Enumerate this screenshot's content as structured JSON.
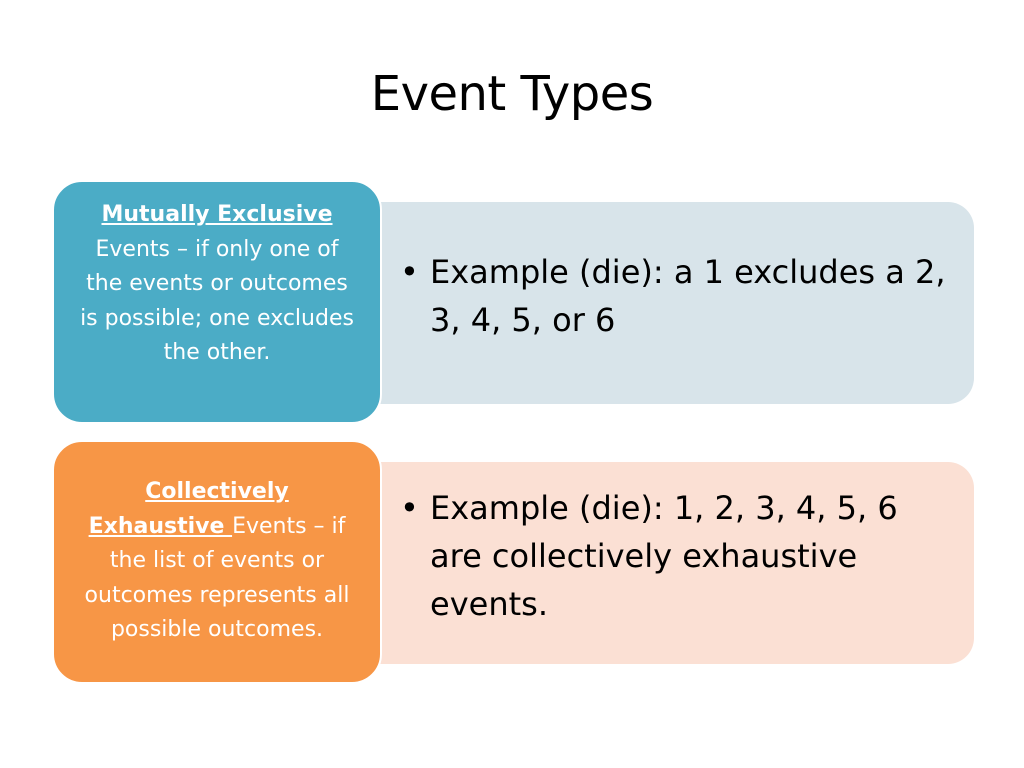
{
  "slide": {
    "title": "Event Types"
  },
  "colors": {
    "card_1": "#4BACC6",
    "panel_1": "#D8E4EA",
    "card_2": "#F79646",
    "panel_2": "#FBE0D4"
  },
  "rows": [
    {
      "term": "Mutually Exclusive",
      "definition": " Events – if only one of the events or outcomes is possible; one excludes the other.",
      "bullet": "Example (die): a 1 excludes a 2, 3, 4, 5, or 6"
    },
    {
      "term": "Collectively Exhaustive ",
      "definition": "Events – if the list of events or outcomes represents all possible outcomes.",
      "bullet": "Example (die): 1, 2, 3, 4, 5, 6 are collectively exhaustive events."
    }
  ],
  "bullet_symbol": "•"
}
